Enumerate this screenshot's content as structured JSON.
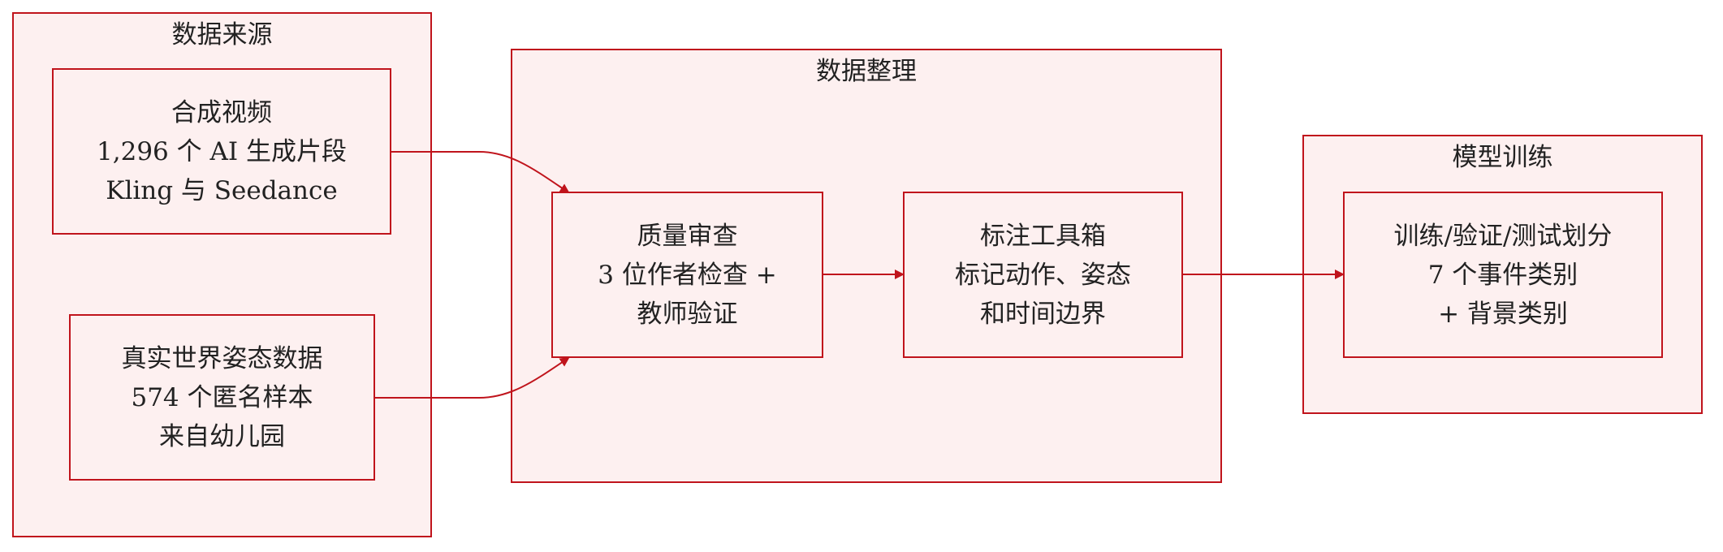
{
  "clusters": {
    "sources": {
      "title": "数据来源"
    },
    "curation": {
      "title": "数据整理"
    },
    "training": {
      "title": "模型训练"
    }
  },
  "nodes": {
    "synthetic": {
      "lines": [
        "合成视频",
        "1,296 个 AI 生成片段",
        "Kling 与 Seedance"
      ]
    },
    "realworld": {
      "lines": [
        "真实世界姿态数据",
        "574 个匿名样本",
        "来自幼儿园"
      ]
    },
    "quality": {
      "lines": [
        "质量审查",
        "3 位作者检查 +",
        "教师验证"
      ]
    },
    "annotation": {
      "lines": [
        "标注工具箱",
        "标记动作、姿态",
        "和时间边界"
      ]
    },
    "split": {
      "lines": [
        "训练/验证/测试划分",
        "7 个事件类别",
        "+ 背景类别"
      ]
    }
  },
  "colors": {
    "border": "#c0141c",
    "fill": "#fdf0f0",
    "edge": "#c0141c"
  }
}
